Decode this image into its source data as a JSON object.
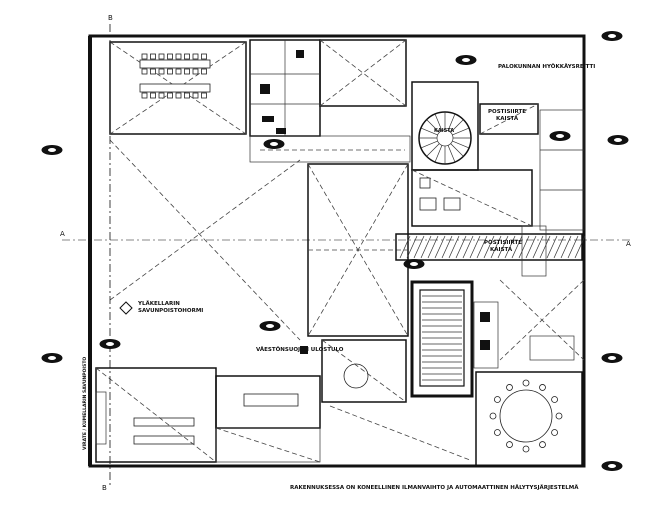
{
  "labels": {
    "section_b_top": "B",
    "section_b_bottom": "B",
    "section_a_left": "A",
    "section_a_right": "A",
    "smoke_hatch": "YLÄKELLARIN\nSAVUNPOISTOHORMI",
    "shelter_exit": "VÄESTÖNSUOJAN ULOSTULO",
    "fire_hose": "PALOKUNNAN HYÖKKÄYSREITTI",
    "mail_chute_1": "POSTISIIRTE\nKAISTA",
    "mail_chute_2": "POSTISIIRTE\nKAISTA",
    "stair_label": "KAISTA",
    "left_vertical": "VIRATE / KUMELLARIN SAVUNPOISTO",
    "footer_note": "RAKENNUKSESSA ON KONEELLINEN ILMANVAIHTO JA AUTOMAATTINEN HÄLYTYSJÄRJESTELMÄ"
  },
  "colors": {
    "line": "#111111",
    "paper": "#ffffff"
  }
}
